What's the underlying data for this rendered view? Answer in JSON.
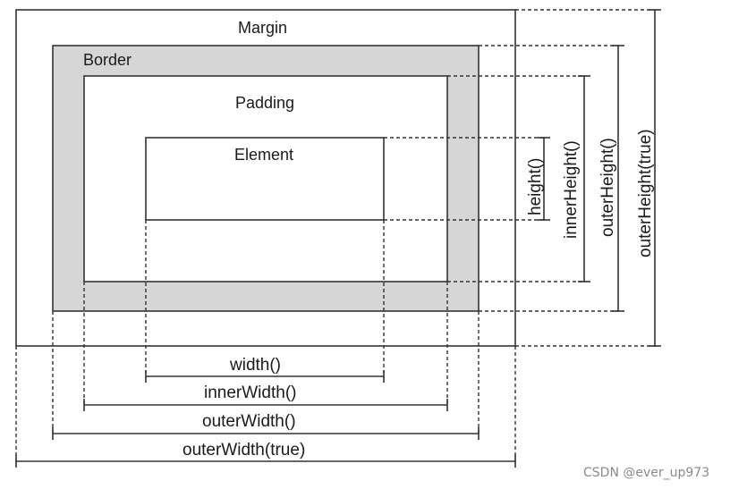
{
  "boxes": {
    "margin": "Margin",
    "border": "Border",
    "padding": "Padding",
    "element": "Element"
  },
  "dimensions": {
    "width": "width()",
    "inner_width": "innerWidth()",
    "outer_width": "outerWidth()",
    "outer_width_true": "outerWidth(true)",
    "height": "height()",
    "inner_height": "innerHeight()",
    "outer_height": "outerHeight()",
    "outer_height_true": "outerHeight(true)"
  },
  "watermark": "CSDN @ever_up973",
  "colors": {
    "border_fill": "#d6d6d6",
    "line": "#333333",
    "background": "#ffffff"
  }
}
